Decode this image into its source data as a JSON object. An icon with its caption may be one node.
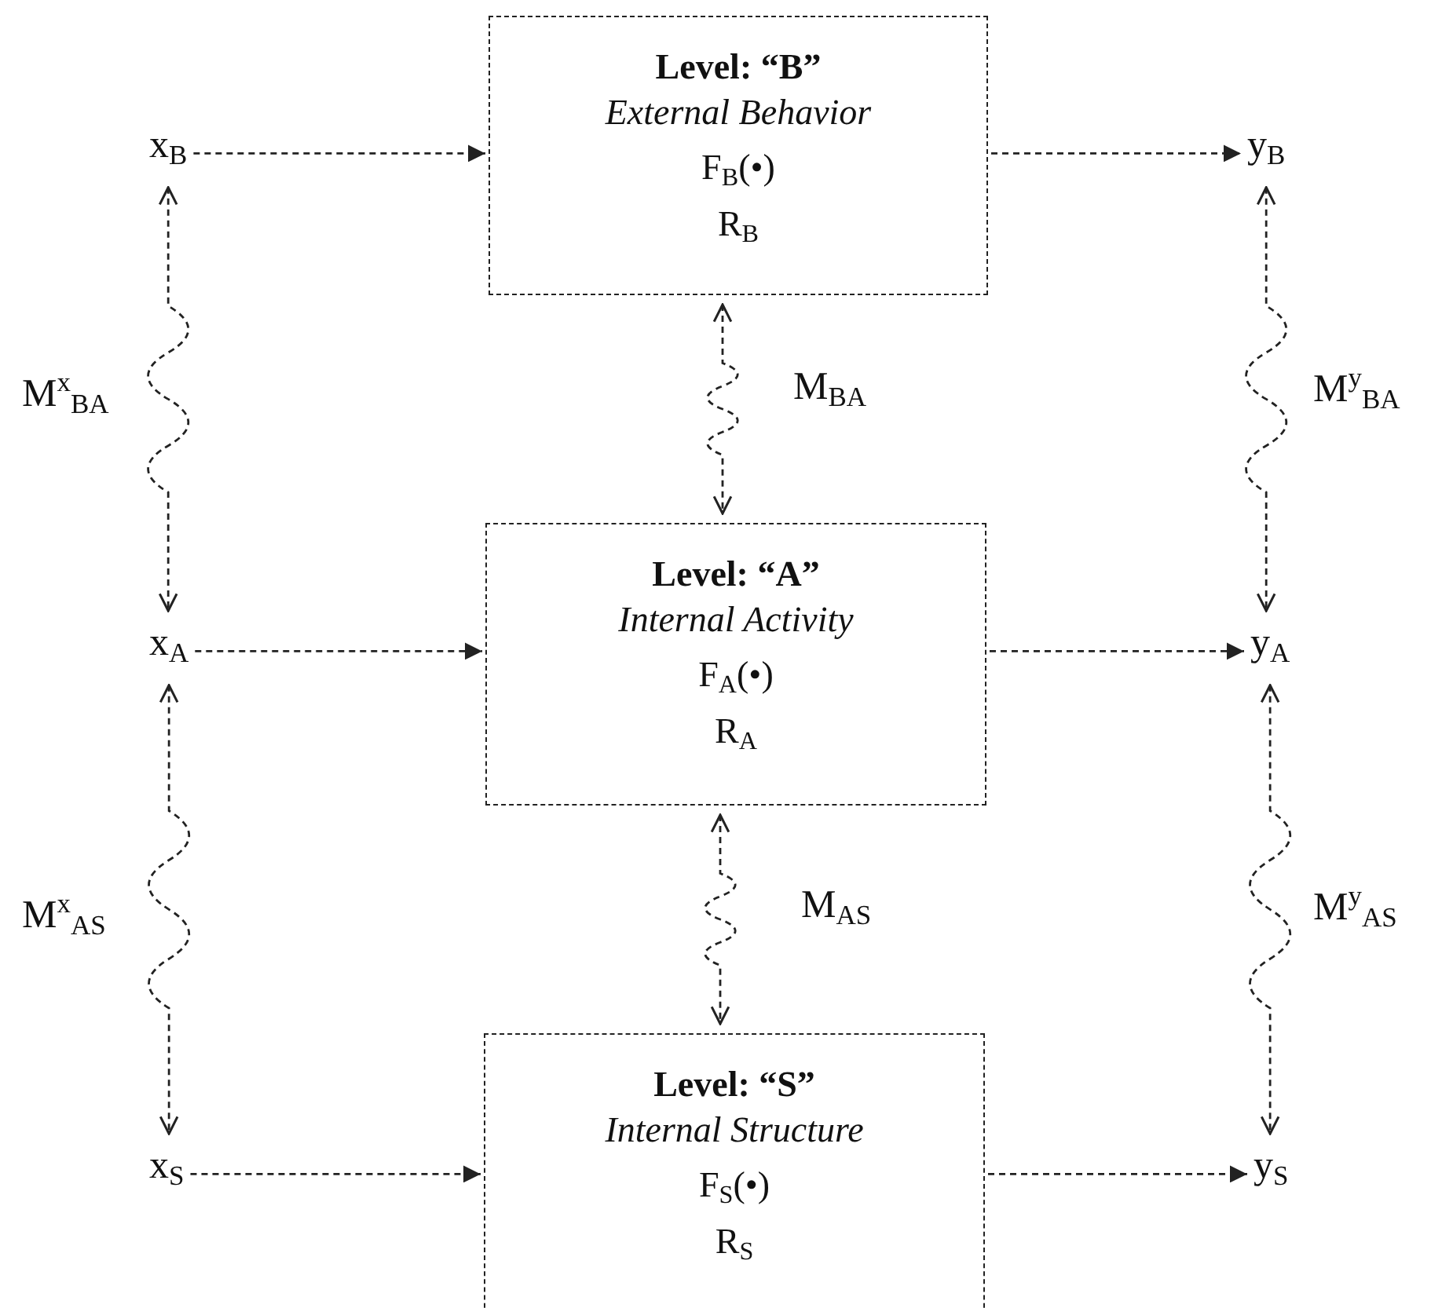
{
  "diagram": {
    "nodes": [
      {
        "text": [
          "x$_{B}$"
        ]
      },
      {
        "text": [
          "Level: “B”",
          "External Behavior",
          "F$_{B}$(•)",
          "R$_{B}$"
        ]
      },
      {
        "text": [
          "y$_{B}$"
        ]
      },
      {
        "text": [
          "x$_{A}$"
        ]
      },
      {
        "text": [
          "Level: “A”",
          "Internal Activity",
          "F$_{A}$(•)",
          "R$_{A}$"
        ]
      },
      {
        "text": [
          "y$_{A}$"
        ]
      },
      {
        "text": [
          "x$_{S}$"
        ]
      },
      {
        "text": [
          "Level: “S”",
          "Internal Structure",
          "F$_{S}$(•)",
          "R$_{S}$"
        ]
      },
      {
        "text": [
          "y$_{S}$"
        ]
      }
    ],
    "edges": [
      {
        "from": 0,
        "to": 1,
        "arrow": "to",
        "style": "dashed"
      },
      {
        "from": 1,
        "to": 2,
        "arrow": "to",
        "style": "dashed"
      },
      {
        "from": 3,
        "to": 4,
        "arrow": "to",
        "style": "dashed"
      },
      {
        "from": 4,
        "to": 5,
        "arrow": "to",
        "style": "dashed"
      },
      {
        "from": 6,
        "to": 7,
        "arrow": "to",
        "style": "dashed"
      },
      {
        "from": 7,
        "to": 8,
        "arrow": "to",
        "style": "dashed"
      },
      {
        "from": 0,
        "to": 3,
        "arrow": "both",
        "style": "dashed",
        "label": "M$^{x}$$_{BA}$"
      },
      {
        "from": 1,
        "to": 4,
        "arrow": "both",
        "style": "dashed",
        "label": "M$_{BA}$"
      },
      {
        "from": 2,
        "to": 5,
        "arrow": "both",
        "style": "dashed",
        "label": "M$^{y}$$_{BA}$"
      },
      {
        "from": 3,
        "to": 6,
        "arrow": "both",
        "style": "dashed",
        "label": "M$^{x}$$_{AS}$"
      },
      {
        "from": 4,
        "to": 7,
        "arrow": "both",
        "style": "dashed",
        "label": "M$_{AS}$"
      },
      {
        "from": 5,
        "to": 8,
        "arrow": "both",
        "style": "dashed",
        "label": "M$^{y}$$_{AS}$"
      }
    ]
  }
}
